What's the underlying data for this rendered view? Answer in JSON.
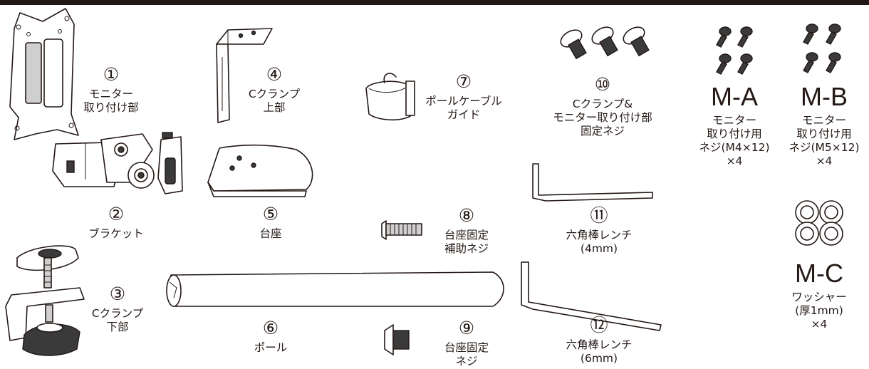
{
  "parts": [
    {
      "id": "p1",
      "number": "①",
      "lines": [
        "モニター",
        "取り付け部"
      ]
    },
    {
      "id": "p2",
      "number": "②",
      "lines": [
        "ブラケット"
      ]
    },
    {
      "id": "p3",
      "number": "③",
      "lines": [
        "Cクランプ",
        "下部"
      ]
    },
    {
      "id": "p4",
      "number": "④",
      "lines": [
        "Cクランプ",
        "上部"
      ]
    },
    {
      "id": "p5",
      "number": "⑤",
      "lines": [
        "台座"
      ]
    },
    {
      "id": "p6",
      "number": "⑥",
      "lines": [
        "ポール"
      ]
    },
    {
      "id": "p7",
      "number": "⑦",
      "lines": [
        "ポールケーブル",
        "ガイド"
      ]
    },
    {
      "id": "p8",
      "number": "⑧",
      "lines": [
        "台座固定",
        "補助ネジ"
      ]
    },
    {
      "id": "p9",
      "number": "⑨",
      "lines": [
        "台座固定",
        "ネジ"
      ]
    },
    {
      "id": "p10",
      "number": "⑩",
      "lines": [
        "Cクランプ&",
        "モニター取り付け部",
        "固定ネジ"
      ]
    },
    {
      "id": "p11",
      "number": "⑪",
      "lines": [
        "六角棒レンチ",
        "(4mm)"
      ]
    },
    {
      "id": "p12",
      "number": "⑫",
      "lines": [
        "六角棒レンチ",
        "(6mm)"
      ]
    }
  ],
  "screws": [
    {
      "id": "ma",
      "code": "M-A",
      "lines": [
        "モニター",
        "取り付け用",
        "ネジ(M4×12)",
        "×4"
      ]
    },
    {
      "id": "mb",
      "code": "M-B",
      "lines": [
        "モニター",
        "取り付け用",
        "ネジ(M5×12)",
        "×4"
      ]
    },
    {
      "id": "mc",
      "code": "M-C",
      "lines": [
        "ワッシャー",
        "(厚1mm)",
        "×4"
      ]
    }
  ]
}
